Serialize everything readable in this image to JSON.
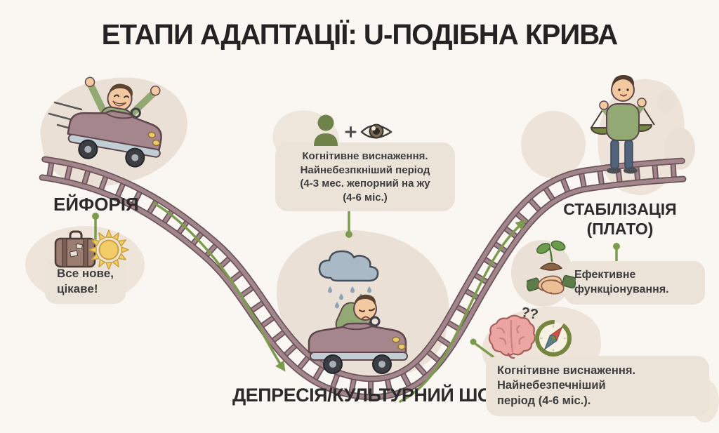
{
  "title": "ЕТАПИ АДАПТАЦІЇ: U-ПОДІБНА КРИВА",
  "stages": {
    "euphoria": {
      "label": "ЕЙФОРІЯ",
      "note": "Все нове,\nцікаве!",
      "icons": [
        "suitcase-icon",
        "sun-icon"
      ]
    },
    "cognitive_warning_top": {
      "note": "Когнітивне виснаження.\nНайнебезпкніший період\n(4-3 мес. жепорний на жу\n(4-6 міс.)",
      "icons": [
        "person-silhouette-icon",
        "plus-sign",
        "eye-icon"
      ]
    },
    "depression": {
      "label": "ДЕПРЕСІЯ/КУЛЬТУРНИЙ ШОК",
      "icons": [
        "rain-cloud-icon",
        "sad-rider-cart"
      ]
    },
    "stabilization": {
      "label": "СТАБІЛІЗАЦІЯ\n(ПЛАТО)",
      "note": "Ефективне\nфункціонування.",
      "icons": [
        "handshake-plant-icon",
        "balance-scales-person"
      ]
    },
    "cognitive_warning_bottom": {
      "question_marks": "??",
      "note": "Когнітивне виснаження.\nНайнебезпечніший\nперіод (4-6 міс.).",
      "icons": [
        "brain-icon",
        "compass-icon"
      ]
    }
  },
  "colors": {
    "background": "#faf7f2",
    "blob_beige": "#ebe0d5",
    "track_mauve": "#a2868b",
    "track_outline": "#6b545a",
    "accent_green": "#7d9b4e",
    "note_box_beige": "#ece3d8",
    "sweater_green": "#93a973",
    "brain_pink": "#eba6a2",
    "cloud_gray": "#a9bac6",
    "sun_yellow": "#f2cc67",
    "text_dark": "#3d3d3d"
  }
}
